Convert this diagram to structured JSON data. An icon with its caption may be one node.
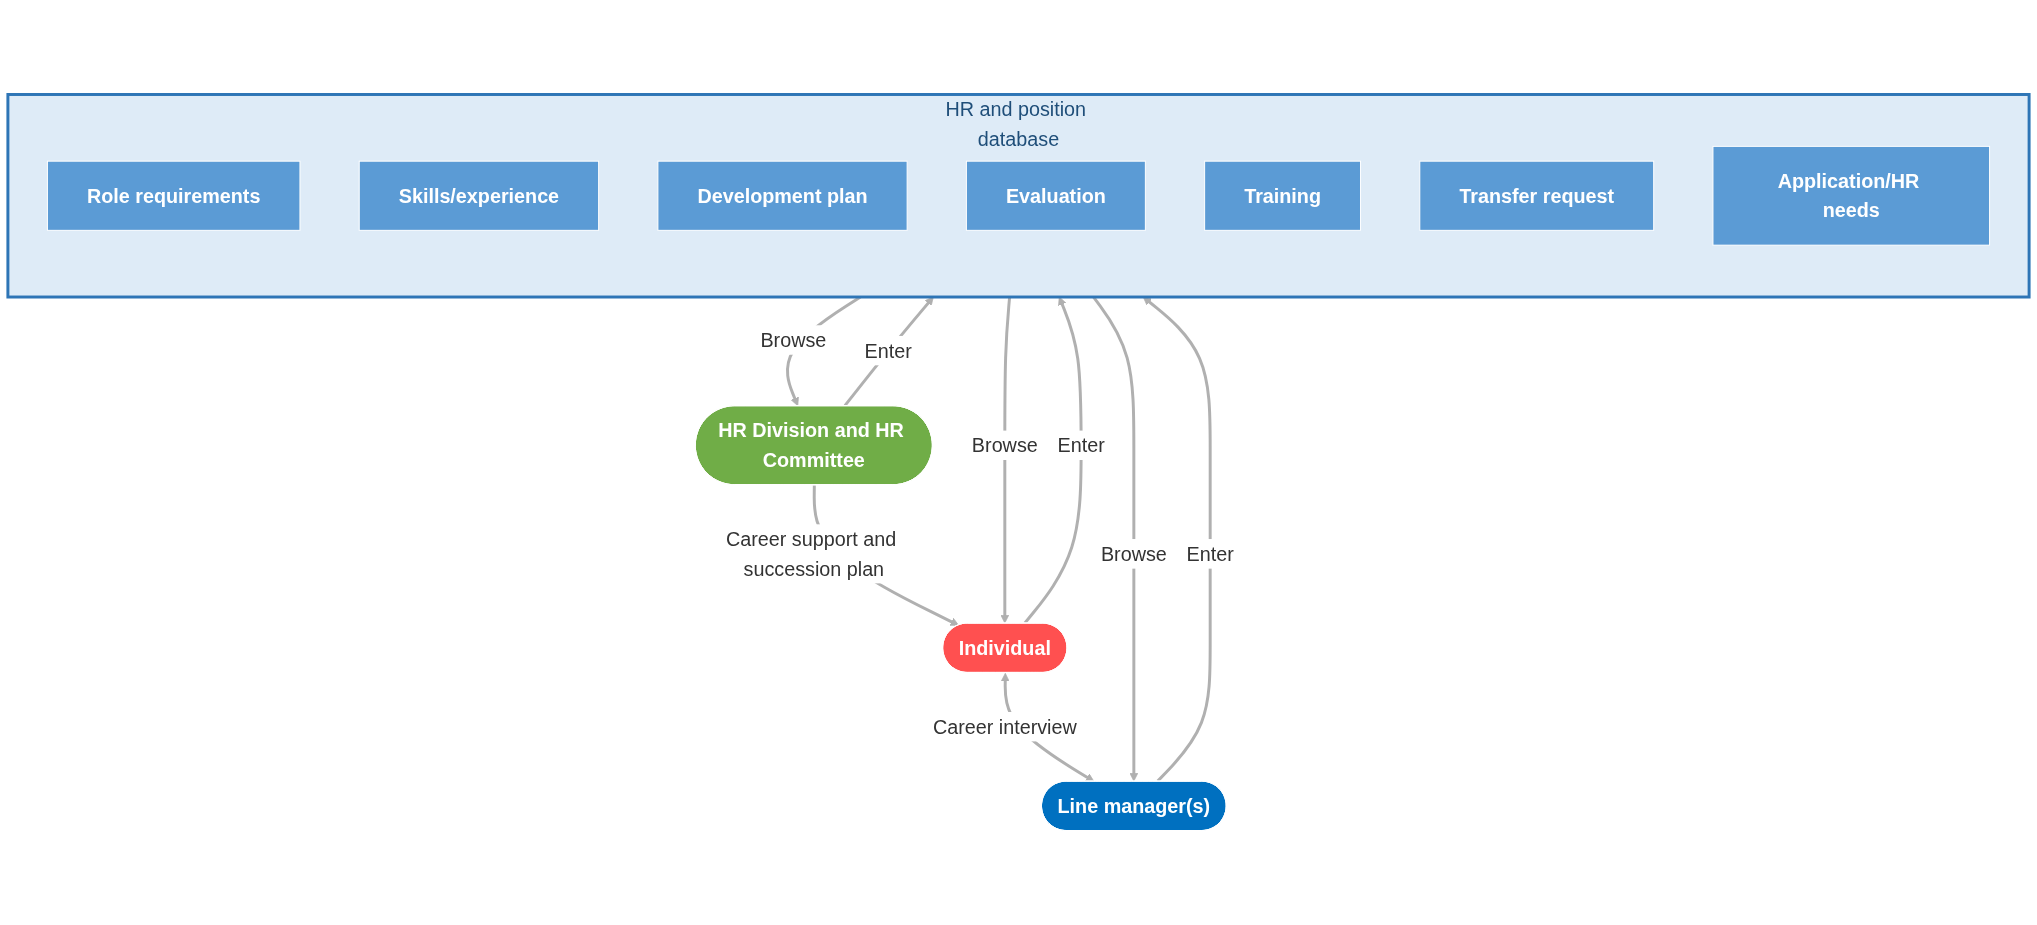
{
  "diagram": {
    "nodes": [
      {
        "text": [
          "Individual"
        ]
      },
      {
        "text": [
          "HR and position database"
        ]
      },
      {
        "text": [
          "Role requirements"
        ],
        "in": 1
      },
      {
        "text": [
          "Skills/experience"
        ],
        "in": 1
      },
      {
        "text": [
          "Development plan"
        ],
        "in": 1
      },
      {
        "text": [
          "Evaluation"
        ],
        "in": 1
      },
      {
        "text": [
          "Training"
        ],
        "in": 1
      },
      {
        "text": [
          "Transfer request"
        ],
        "in": 1
      },
      {
        "text": [
          "Application/HR needs"
        ],
        "in": 1
      },
      {
        "text": [
          "HR Division and HR Committee"
        ]
      },
      {
        "text": [
          "Line manager(s)"
        ]
      }
    ],
    "edges": [
      {
        "from": 9,
        "to": 0,
        "arrow": "to",
        "label": "Career support and succession plan"
      },
      {
        "from": 1,
        "to": 0,
        "arrow": "to",
        "label": "Browse"
      },
      {
        "from": 0,
        "to": 1,
        "arrow": "to",
        "label": "Enter"
      },
      {
        "from": 0,
        "to": 10,
        "arrow": "both",
        "label": "Career interview"
      },
      {
        "from": 1,
        "to": 9,
        "arrow": "to",
        "label": "Browse"
      },
      {
        "from": 9,
        "to": 1,
        "arrow": "to",
        "label": "Enter"
      },
      {
        "from": 1,
        "to": 10,
        "arrow": "to",
        "label": "Browse"
      },
      {
        "from": 10,
        "to": 1,
        "arrow": "to",
        "label": "Enter"
      }
    ]
  }
}
